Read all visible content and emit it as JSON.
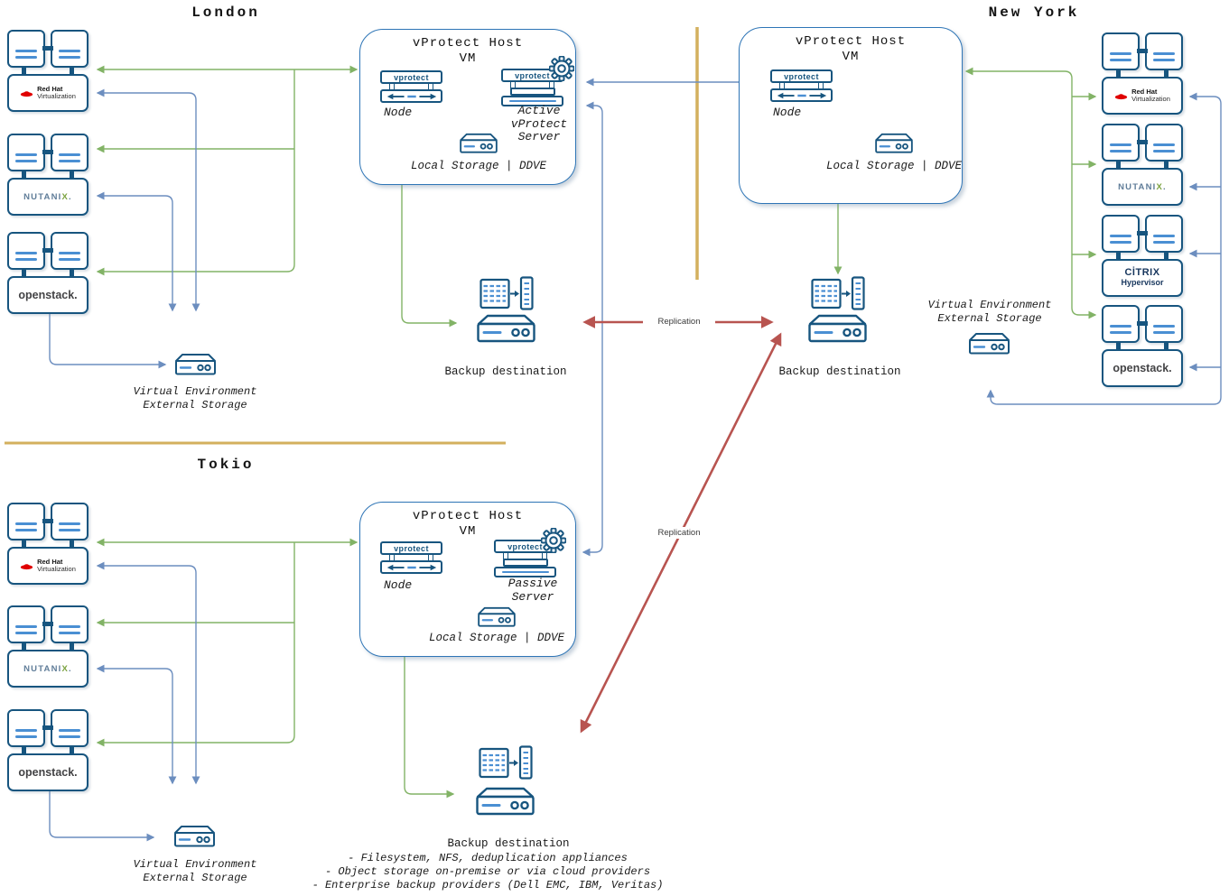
{
  "diagram": {
    "type": "vprotect-multi-site-backup-architecture",
    "titles": {
      "london": "London",
      "new_york": "New York",
      "tokio": "Tokio"
    },
    "labels": {
      "vprotect_host": "vProtect Host",
      "vm": "VM",
      "node": "Node",
      "active_1": "Active",
      "active_2": "vProtect",
      "active_3": "Server",
      "passive_1": "Passive",
      "passive_2": "Server",
      "local_storage": "Local Storage | DDVE",
      "backup_destination": "Backup destination",
      "ext_storage_1": "Virtual Environment",
      "ext_storage_2": "External Storage",
      "replication": "Replication",
      "vprotect_brand": "vprotect"
    },
    "logos": {
      "redhat_1": "Red Hat",
      "redhat_2": "Virtualization",
      "nutanix_a": "NUTANI",
      "nutanix_x": "X",
      "nutanix_dot": ".",
      "citrix_1": "CİTRIX",
      "citrix_2": "Hypervisor",
      "openstack": "openstack."
    },
    "backup_notes": [
      "- Filesystem, NFS, deduplication appliances",
      "- Object storage on-premise or via cloud providers",
      "- Enterprise backup providers (Dell EMC, IBM, Veritas)"
    ],
    "colors": {
      "green": "#82b366",
      "blue": "#6c8ebf",
      "red": "#b85450",
      "divider": "#d3b05e",
      "icon_border": "#17557f",
      "icon_accent": "#4a8fd3",
      "host_border": "#2e75b6"
    }
  }
}
